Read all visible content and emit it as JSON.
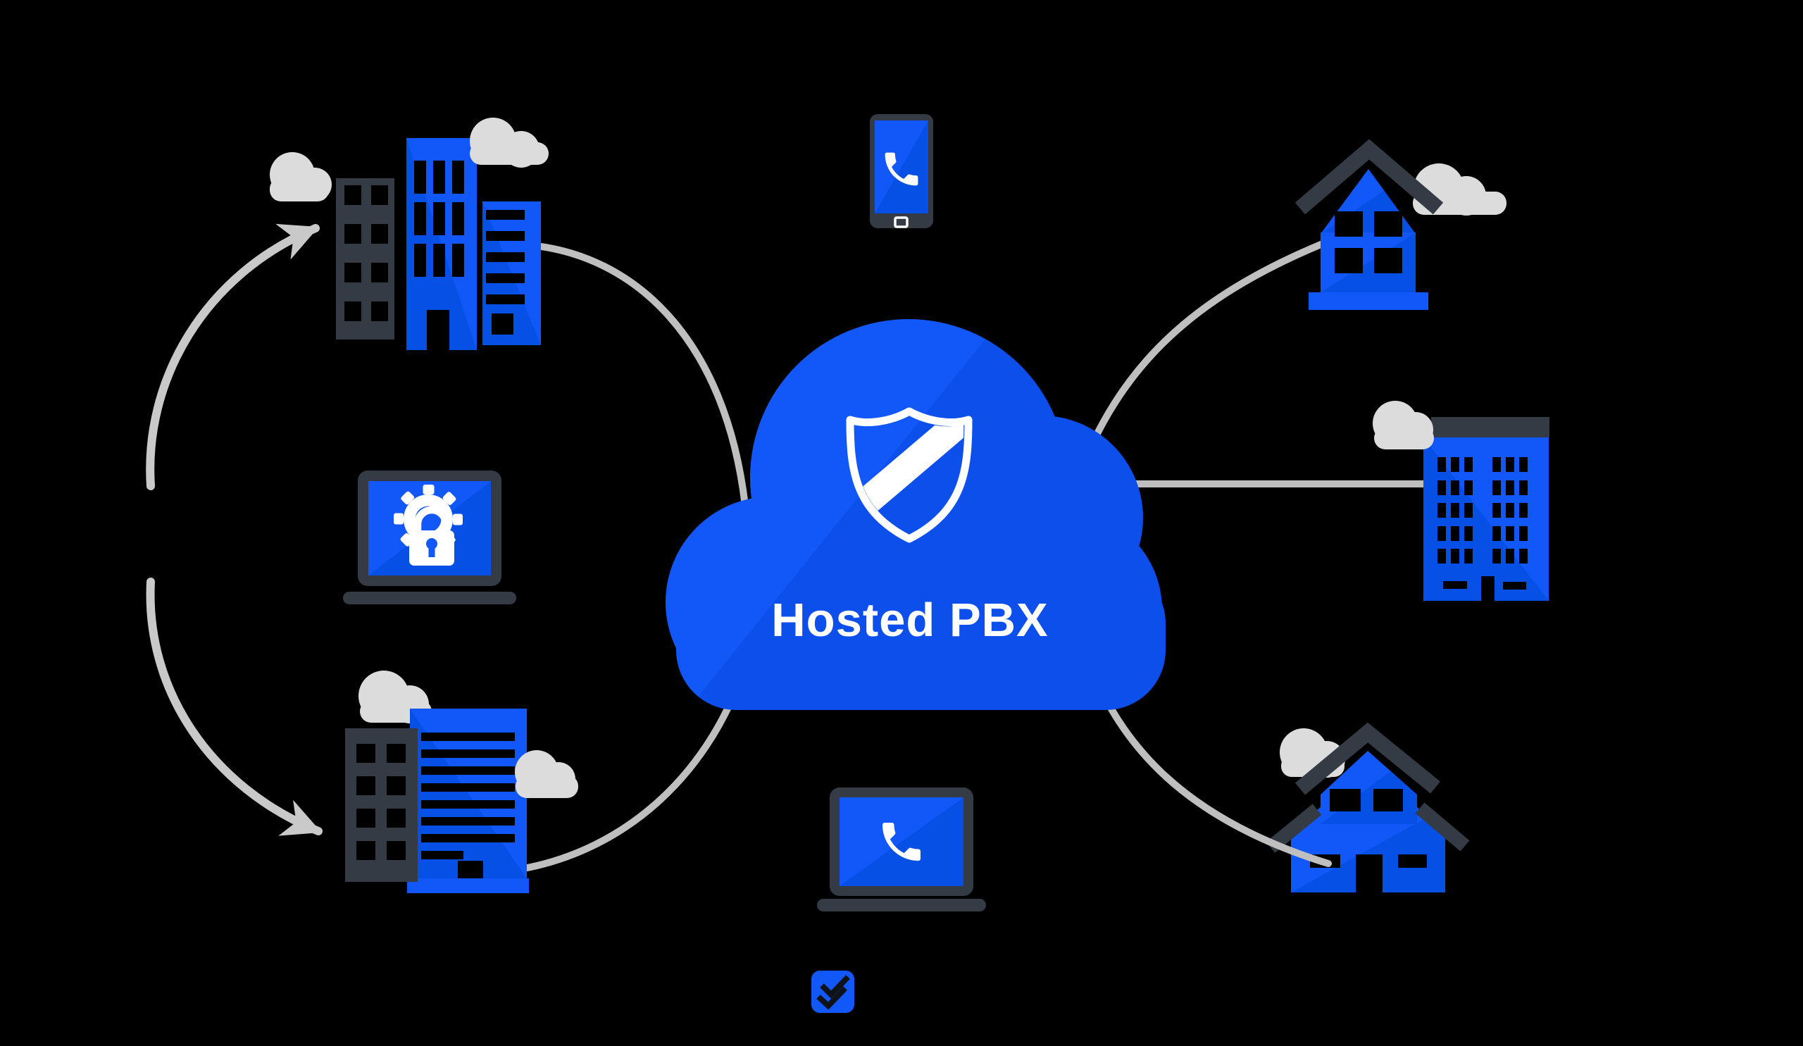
{
  "diagram": {
    "title": "Hosted PBX",
    "background_color": "#000000",
    "colors": {
      "primary_blue": "#1257F7",
      "shade_blue": "#0750E6",
      "cloud_shade_blue": "#0D4FEB",
      "slate": "#343B44",
      "cloud_gray": "#DCDCDC",
      "connector_gray": "#BFBFBF",
      "arrow_gray": "#C9C9C9",
      "white": "#FFFFFF",
      "check_dark": "#0E1319"
    },
    "center": {
      "id": "hosted-pbx-cloud",
      "label": "Hosted PBX",
      "icon": "shield-icon"
    },
    "nodes": [
      {
        "id": "top-left-offices",
        "icon": "office-buildings-icon",
        "position": "top-left"
      },
      {
        "id": "secure-laptop",
        "icon": "gear-lock-icon",
        "position": "middle-left"
      },
      {
        "id": "bottom-left-offices",
        "icon": "office-towers-icon",
        "position": "bottom-left"
      },
      {
        "id": "smartphone",
        "icon": "phone-call-icon",
        "position": "top-center"
      },
      {
        "id": "voip-laptop",
        "icon": "phone-call-icon",
        "position": "bottom-center"
      },
      {
        "id": "house",
        "icon": "house-icon",
        "position": "top-right"
      },
      {
        "id": "apartment-building",
        "icon": "apartment-icon",
        "position": "middle-right"
      },
      {
        "id": "large-house",
        "icon": "house-icon",
        "position": "bottom-right"
      },
      {
        "id": "verified-badge",
        "icon": "double-check-icon",
        "position": "bottom-center"
      }
    ],
    "connections": [
      {
        "from": "hosted-pbx-cloud",
        "to": "top-left-offices",
        "style": "arc"
      },
      {
        "from": "hosted-pbx-cloud",
        "to": "bottom-left-offices",
        "style": "arc"
      },
      {
        "from": "hosted-pbx-cloud",
        "to": "house",
        "style": "arc"
      },
      {
        "from": "hosted-pbx-cloud",
        "to": "apartment-building",
        "style": "straight-line"
      },
      {
        "from": "hosted-pbx-cloud",
        "to": "large-house",
        "style": "arc"
      },
      {
        "from": "left-loop",
        "to": "top-left-offices",
        "style": "arrow-arc"
      },
      {
        "from": "left-loop",
        "to": "bottom-left-offices",
        "style": "arrow-arc"
      }
    ]
  }
}
